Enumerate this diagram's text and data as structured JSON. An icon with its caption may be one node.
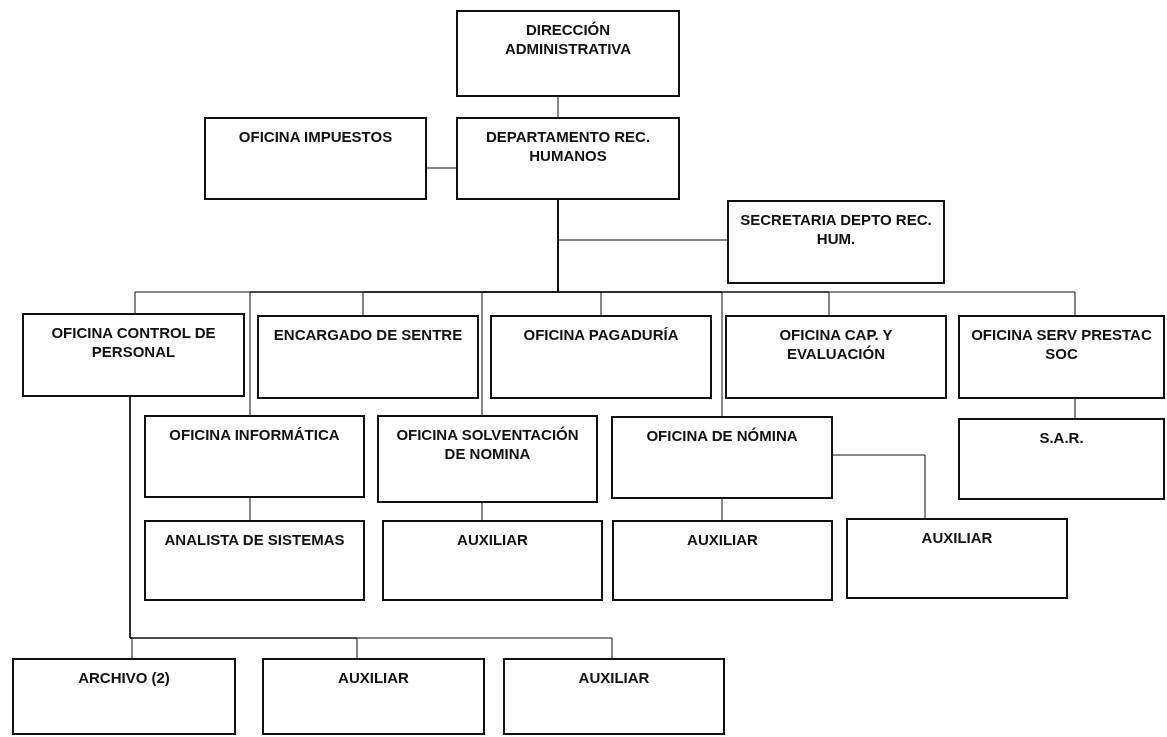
{
  "diagram": {
    "nodes": [
      {
        "text": [
          "DIRECCIÓN ADMINISTRATIVA"
        ]
      },
      {
        "text": [
          "OFICINA IMPUESTOS"
        ]
      },
      {
        "text": [
          "DEPARTAMENTO REC. HUMANOS"
        ]
      },
      {
        "text": [
          "SECRETARIA DEPTO REC. HUM."
        ]
      },
      {
        "text": [
          "OFICINA CONTROL DE PERSONAL"
        ]
      },
      {
        "text": [
          "ENCARGADO DE SENTRE"
        ]
      },
      {
        "text": [
          "OFICINA PAGADURÍA"
        ]
      },
      {
        "text": [
          "OFICINA CAP. Y EVALUACIÓN"
        ]
      },
      {
        "text": [
          "OFICINA SERV PRESTAC SOC"
        ]
      },
      {
        "text": [
          "OFICINA INFORMÁTICA"
        ]
      },
      {
        "text": [
          "OFICINA SOLVENTACIÓN DE NOMINA"
        ]
      },
      {
        "text": [
          "OFICINA DE NÓMINA"
        ]
      },
      {
        "text": [
          "S.A.R."
        ]
      },
      {
        "text": [
          "ANALISTA DE SISTEMAS"
        ]
      },
      {
        "text": [
          "AUXILIAR"
        ]
      },
      {
        "text": [
          "AUXILIAR"
        ]
      },
      {
        "text": [
          "AUXILIAR"
        ]
      },
      {
        "text": [
          "ARCHIVO (2)"
        ]
      },
      {
        "text": [
          "AUXILIAR"
        ]
      },
      {
        "text": [
          "AUXILIAR"
        ]
      }
    ],
    "edges": [
      {
        "from": 0,
        "to": 2,
        "arrow": "none"
      },
      {
        "from": 1,
        "to": 2,
        "arrow": "none"
      },
      {
        "from": 2,
        "to": 3,
        "arrow": "none"
      },
      {
        "from": 2,
        "to": 4,
        "arrow": "none"
      },
      {
        "from": 2,
        "to": 9,
        "arrow": "none"
      },
      {
        "from": 2,
        "to": 5,
        "arrow": "none"
      },
      {
        "from": 2,
        "to": 10,
        "arrow": "none"
      },
      {
        "from": 2,
        "to": 6,
        "arrow": "none"
      },
      {
        "from": 2,
        "to": 11,
        "arrow": "none"
      },
      {
        "from": 2,
        "to": 7,
        "arrow": "none"
      },
      {
        "from": 2,
        "to": 8,
        "arrow": "none"
      },
      {
        "from": 9,
        "to": 13,
        "arrow": "none"
      },
      {
        "from": 10,
        "to": 14,
        "arrow": "none"
      },
      {
        "from": 11,
        "to": 15,
        "arrow": "none"
      },
      {
        "from": 11,
        "to": 16,
        "arrow": "none"
      },
      {
        "from": 8,
        "to": 12,
        "arrow": "none"
      },
      {
        "from": 4,
        "to": 17,
        "arrow": "none"
      },
      {
        "from": 4,
        "to": 18,
        "arrow": "none"
      },
      {
        "from": 4,
        "to": 19,
        "arrow": "none"
      }
    ]
  }
}
